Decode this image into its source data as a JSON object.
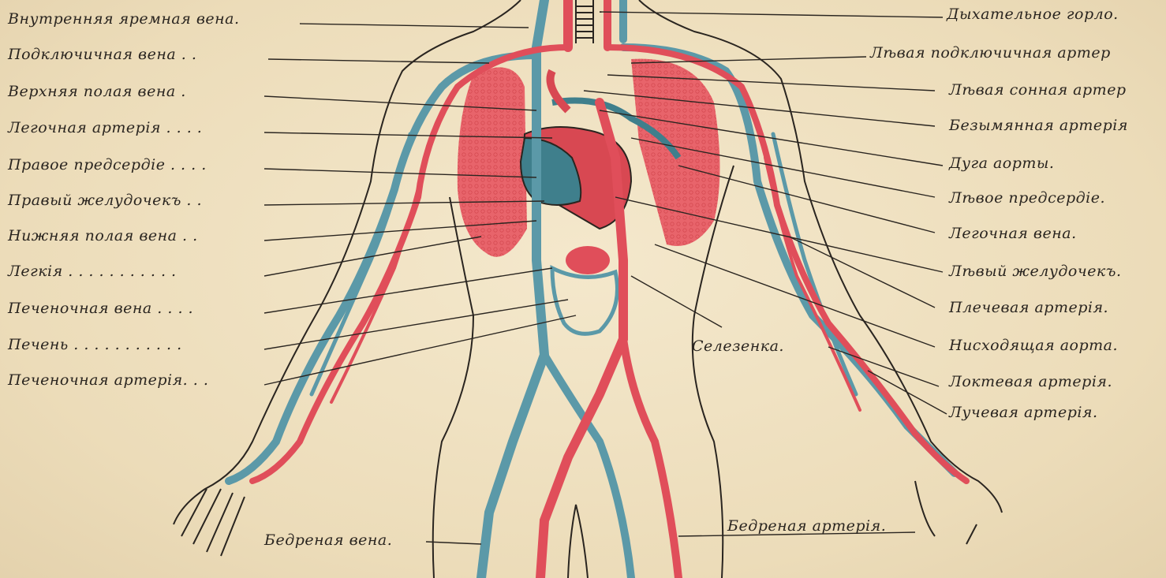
{
  "diagram": {
    "colors": {
      "paper": "#efe2c2",
      "artery": "#e04e5a",
      "vein": "#5b99a8",
      "heart_vein": "#3f7f8c",
      "ink": "#2a2520"
    },
    "left_labels": [
      "Внутренняя яремная вена.",
      "Подключичная вена . .",
      "Верхняя полая вена .",
      "Легочная артерія . . . .",
      "Правое предсердіе . . . .",
      "Правый желудочекъ . .",
      "Нижняя полая вена . .",
      "Легкія . . . . . . . . . . .",
      "Печеночная вена . . . .",
      "Печень . . . . . . . . . . .",
      "Печеночная артерія. . ."
    ],
    "right_labels": [
      "Дыхательное горло.",
      "Лѣвая подключичная артер",
      "Лѣвая сонная артер",
      "Безымянная артерія",
      "Дуга аорты.",
      "Лѣвое предсердіе.",
      "Легочная вена.",
      "Лѣвый желудочекъ.",
      "Плечевая артерія.",
      "Нисходящая аорта.",
      "Локтевая артерія.",
      "Лучевая артерія."
    ],
    "inline_labels": {
      "spleen": "Селезенка.",
      "femoral_vein": "Бедреная вена.",
      "femoral_artery": "Бедреная артерія."
    }
  }
}
